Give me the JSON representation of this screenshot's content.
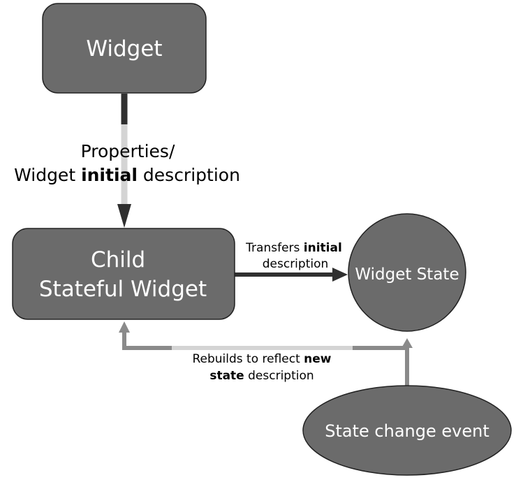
{
  "diagram": {
    "nodes": {
      "widget": {
        "label": "Widget"
      },
      "child": {
        "line1": "Child",
        "line2": "Stateful Widget"
      },
      "state": {
        "label": "Widget State"
      },
      "event": {
        "label": "State change event"
      }
    },
    "edges": {
      "properties": {
        "line1": "Properties/",
        "line2_pre": "Widget ",
        "line2_bold": "initial",
        "line2_post": " description"
      },
      "transfers": {
        "line1_pre": "Transfers ",
        "line1_bold": "initial",
        "line2": "description"
      },
      "rebuilds": {
        "line1_pre": "Rebuilds to reflect ",
        "line1_bold": "new",
        "line2_bold": "state",
        "line2_post": " description"
      }
    },
    "colors": {
      "node_fill": "#6b6b6b",
      "node_stroke": "#222222",
      "dark_line": "#2f2f2f",
      "mid_line": "#8a8a8a",
      "light_line": "#d4d4d4"
    }
  }
}
